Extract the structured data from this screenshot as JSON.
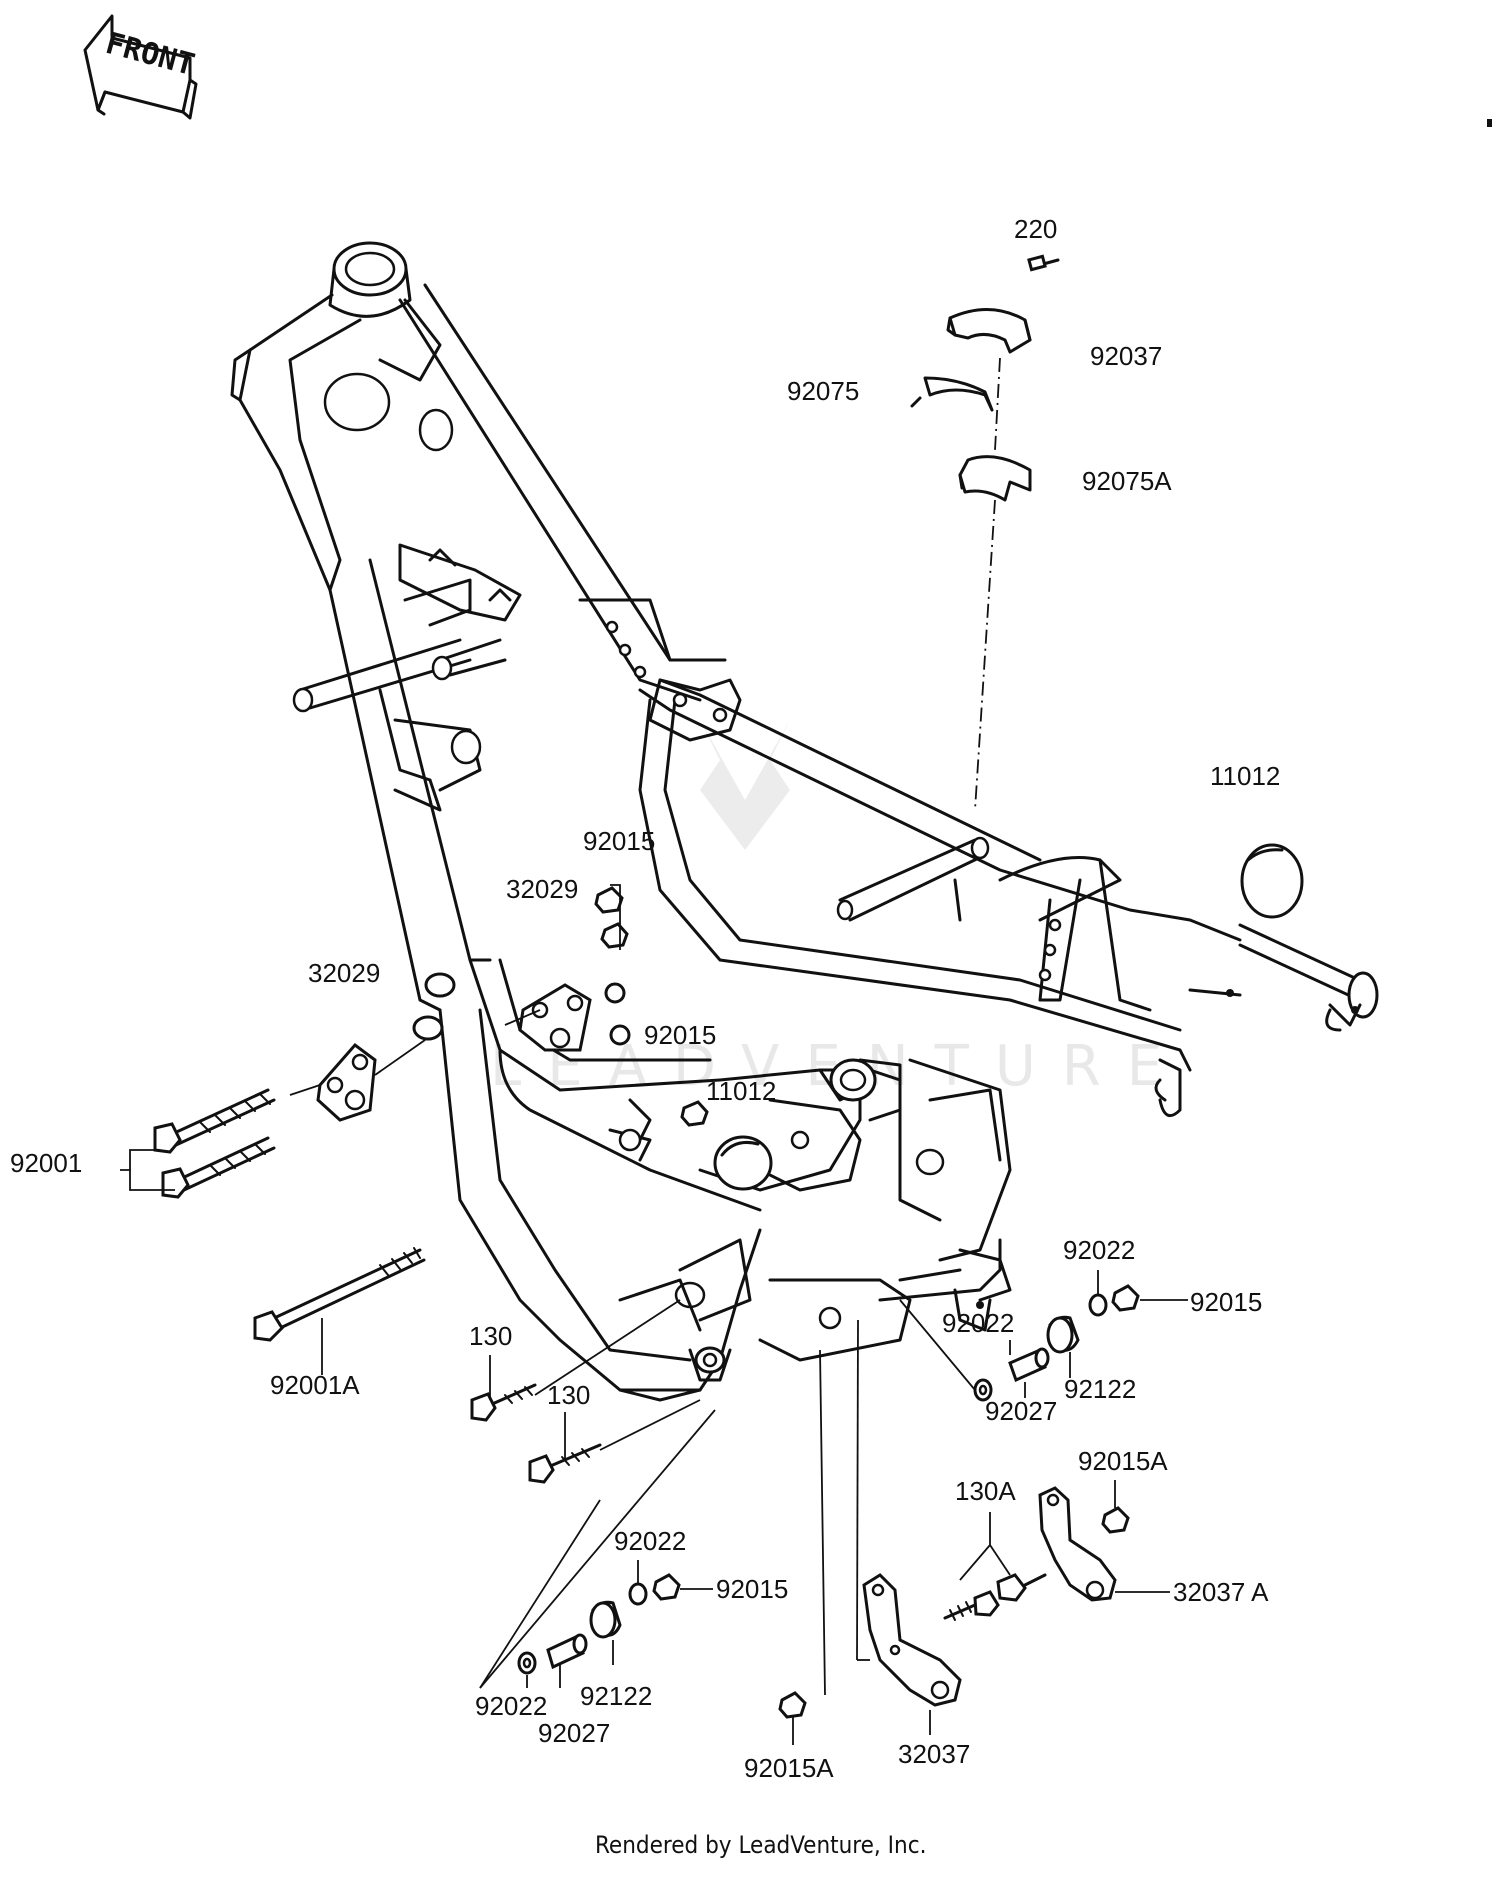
{
  "direction_badge": {
    "text": "FRONT"
  },
  "watermark": {
    "text": "LEADVENTURE"
  },
  "footer": {
    "text": "Rendered by LeadVenture, Inc."
  },
  "parts": [
    {
      "id": "220",
      "label": "220"
    },
    {
      "id": "92037",
      "label": "92037"
    },
    {
      "id": "92075",
      "label": "92075"
    },
    {
      "id": "92075A",
      "label": "92075A"
    },
    {
      "id": "11012-rear",
      "label": "11012"
    },
    {
      "id": "92015-a",
      "label": "92015"
    },
    {
      "id": "32029-upper",
      "label": "32029"
    },
    {
      "id": "32029-lower",
      "label": "32029"
    },
    {
      "id": "92015-b",
      "label": "92015"
    },
    {
      "id": "11012-center",
      "label": "11012"
    },
    {
      "id": "92001",
      "label": "92001"
    },
    {
      "id": "92001A",
      "label": "92001A"
    },
    {
      "id": "130-upper",
      "label": "130"
    },
    {
      "id": "130-lower",
      "label": "130"
    },
    {
      "id": "92022-right-top",
      "label": "92022"
    },
    {
      "id": "92015-right",
      "label": "92015"
    },
    {
      "id": "92022-right-mid",
      "label": "92022"
    },
    {
      "id": "92122-right",
      "label": "92122"
    },
    {
      "id": "92027-right",
      "label": "92027"
    },
    {
      "id": "92015A-right",
      "label": "92015A"
    },
    {
      "id": "130A",
      "label": "130A"
    },
    {
      "id": "32037A",
      "label": "32037 A"
    },
    {
      "id": "92022-lower-top",
      "label": "92022"
    },
    {
      "id": "92015-lower",
      "label": "92015"
    },
    {
      "id": "92022-lower-left",
      "label": "92022"
    },
    {
      "id": "92122-lower",
      "label": "92122"
    },
    {
      "id": "92027-lower",
      "label": "92027"
    },
    {
      "id": "92015A-bottom",
      "label": "92015A"
    },
    {
      "id": "32037",
      "label": "32037"
    }
  ]
}
